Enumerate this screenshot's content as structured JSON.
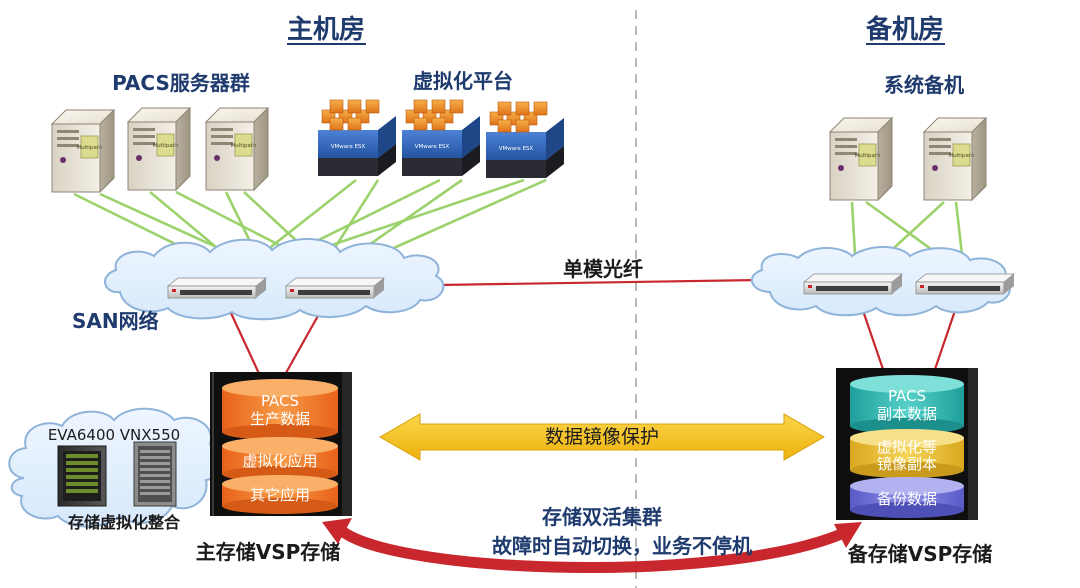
{
  "headers": {
    "main_room": "主机房",
    "backup_room": "备机房"
  },
  "groups": {
    "pacs_servers": "PACS服务器群",
    "virtualization": "虚拟化平台",
    "system_backup": "系统备机",
    "san_network": "SAN网络"
  },
  "server_badge": "Multipath",
  "vm_badge": "VMware ESX",
  "links": {
    "single_mode_fiber": "单模光纤",
    "mirror_protection": "数据镜像保护",
    "active_cluster_title": "存储双活集群",
    "active_cluster_desc": "故障时自动切换，业务不停机"
  },
  "legacy": {
    "label": "EVA6400 VNX550",
    "caption": "存储虚拟化整合"
  },
  "primary_storage": {
    "caption": "主存储VSP存储",
    "layers": [
      {
        "line1": "PACS",
        "line2": "生产数据"
      },
      {
        "line1": "虚拟化应用",
        "line2": ""
      },
      {
        "line1": "其它应用",
        "line2": ""
      }
    ]
  },
  "backup_storage": {
    "caption": "备存储VSP存储",
    "layers": [
      {
        "line1": "PACS",
        "line2": "副本数据"
      },
      {
        "line1": "虚拟化等",
        "line2": "镜像副本"
      },
      {
        "line1": "备份数据",
        "line2": ""
      }
    ]
  },
  "colors": {
    "orange": "#f07d2a",
    "teal": "#33b9b4",
    "yellow": "#ecc23a",
    "purple": "#7474d6",
    "red_line": "#c8272e",
    "green_line": "#9cd26c",
    "arrow_yellow": "#f2c218",
    "heading_blue": "#1f3b6e"
  }
}
